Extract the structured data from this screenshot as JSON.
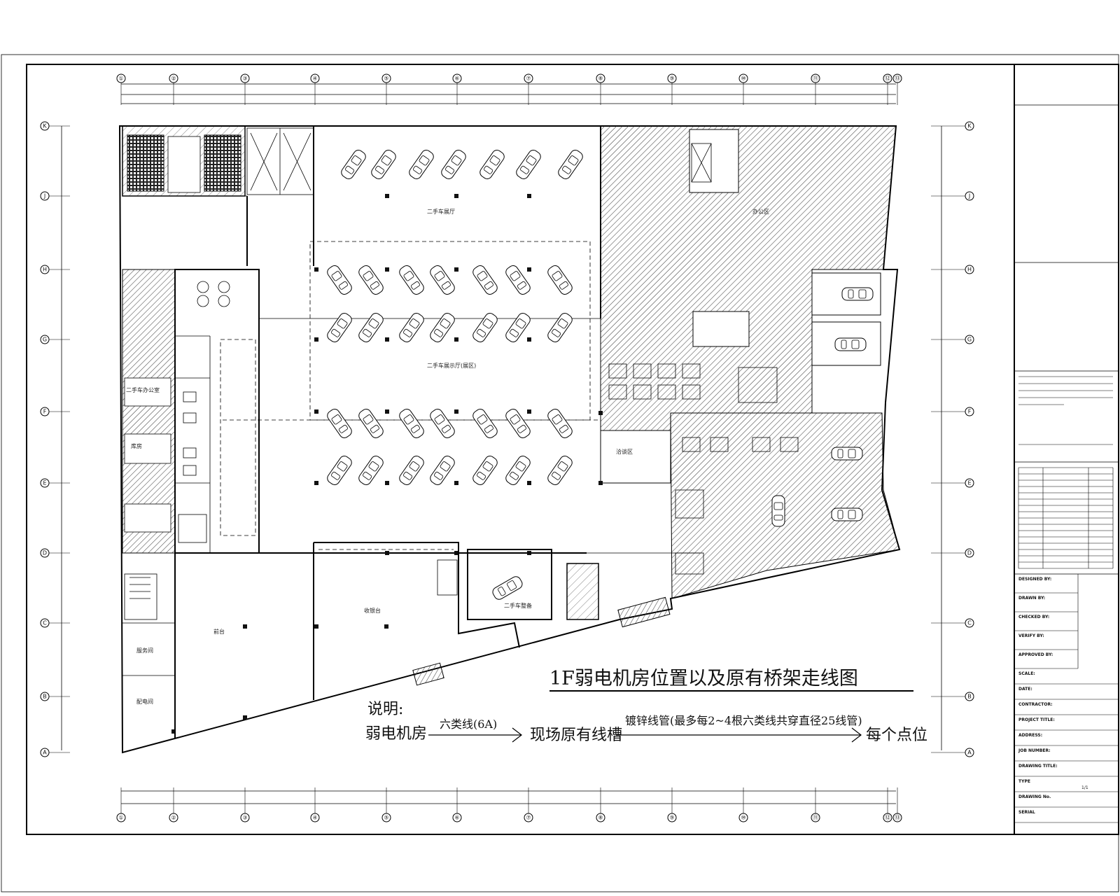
{
  "drawing": {
    "title": "1F弱电机房位置以及原有桥架走线图",
    "note": {
      "heading": "说明:",
      "source": "弱电机房",
      "cable": "六类线(6A)",
      "tray": "现场原有线槽",
      "conduit": "镀锌线管(最多每2~4根六类线共穿直径25线管)",
      "destination": "每个点位"
    },
    "axis_top": [
      "①",
      "②",
      "③",
      "④",
      "⑤",
      "⑥",
      "⑦",
      "⑧",
      "⑨",
      "⑩",
      "⑪",
      "⑫",
      "⑬"
    ],
    "axis_side": [
      "K",
      "J",
      "H",
      "G",
      "F",
      "E",
      "D",
      "C",
      "B",
      "A"
    ],
    "rooms": {
      "room_1": "二手车展厅",
      "room_2": "二手车展示厅(展区)",
      "room_3": "办公区",
      "room_4": "库房",
      "room_5": "二手车办公室",
      "room_6": "服务间",
      "room_7": "配电间",
      "room_8": "洽谈区",
      "room_9": "二手车整备",
      "room_10": "前台",
      "room_11": "收银台"
    }
  },
  "title_block": {
    "designed_by": "DESIGNED BY:",
    "drawn_by": "DRAWN BY:",
    "checked_by": "CHECKED BY:",
    "verify_by": "VERIFY BY:",
    "approved_by": "APPROVED BY:",
    "scale": "SCALE:",
    "date": "DATE:",
    "contractor": "CONTRACTOR:",
    "project_title": "PROJECT TITLE:",
    "address": "ADDRESS:",
    "job_number": "JOB NUMBER:",
    "drawing_title": "DRAWING TITLE:",
    "type": "TYPE",
    "drawing_no": "DRAWING No.",
    "serial": "SERIAL",
    "type_value": "1/1"
  },
  "colors": {
    "line": "#000000",
    "hatch": "#444444",
    "paper": "#ffffff"
  }
}
